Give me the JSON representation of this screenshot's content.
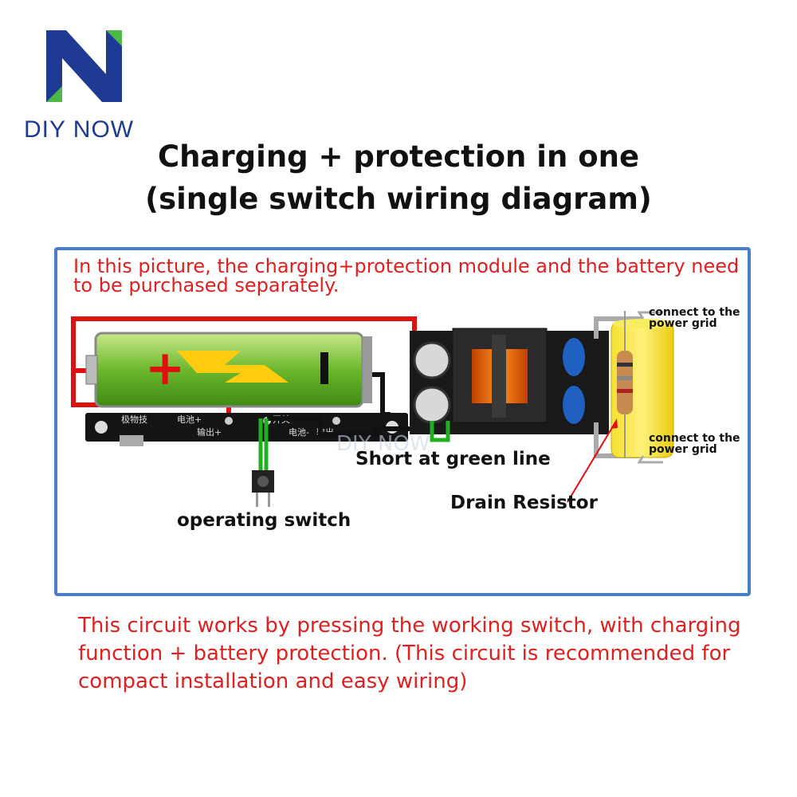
{
  "brand": {
    "name": "DIY NOW",
    "colors": {
      "blue": "#1f3a93",
      "green": "#4cb848"
    }
  },
  "title": {
    "line1": "Charging + protection in one",
    "line2": "(single switch wiring diagram)"
  },
  "note": "In this picture, the charging+protection module and the battery need to be purchased separately.",
  "diagram": {
    "battery_plus": "+",
    "battery_minus": "|",
    "labels": {
      "grid_top": "connect to the power grid",
      "grid_bottom": "connect to the power grid",
      "short": "Short at green line",
      "resistor": "Drain Resistor",
      "switch": "operating switch"
    },
    "board_text": {
      "a": "极物技",
      "b": "电池+",
      "c": "输出+",
      "d": "开关",
      "e": "电池-",
      "f": "输出-"
    },
    "watermark": "DIY NOW"
  },
  "caption": "This circuit works by pressing the working switch, with charging function + battery protection. (This circuit is recommended for compact installation and easy wiring)",
  "colors": {
    "accent_red": "#e02020",
    "frame_blue": "#4a7fc7",
    "wire_red": "#e01010",
    "wire_green": "#20b020"
  }
}
